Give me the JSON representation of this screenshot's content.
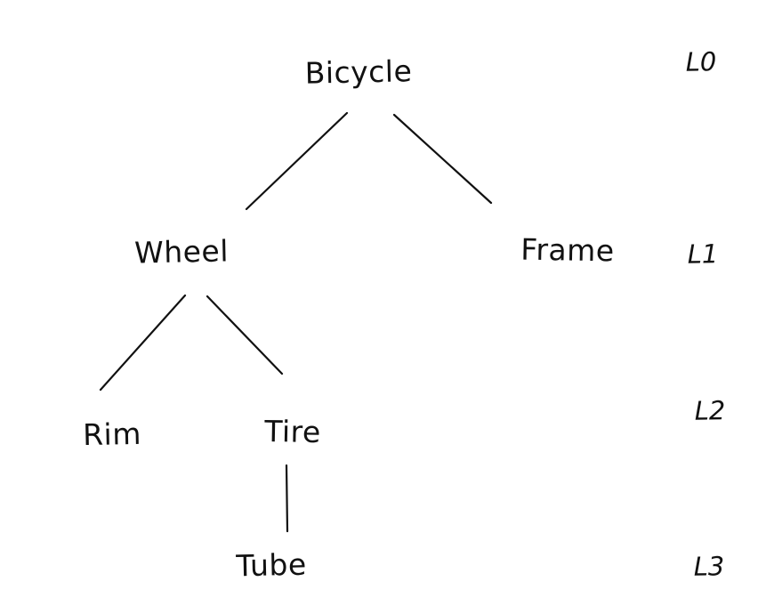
{
  "diagram": {
    "type": "tree",
    "style": "hand-drawn",
    "root": "Bicycle",
    "nodes": {
      "bicycle": {
        "label": "Bicycle",
        "level": "L0",
        "parent": null
      },
      "wheel": {
        "label": "Wheel",
        "level": "L1",
        "parent": "Bicycle"
      },
      "frame": {
        "label": "Frame",
        "level": "L1",
        "parent": "Bicycle"
      },
      "rim": {
        "label": "Rim",
        "level": "L2",
        "parent": "Wheel"
      },
      "tire": {
        "label": "Tire",
        "level": "L2",
        "parent": "Wheel"
      },
      "tube": {
        "label": "Tube",
        "level": "L3",
        "parent": "Tire"
      }
    },
    "edges": [
      {
        "from": "Bicycle",
        "to": "Wheel"
      },
      {
        "from": "Bicycle",
        "to": "Frame"
      },
      {
        "from": "Wheel",
        "to": "Rim"
      },
      {
        "from": "Wheel",
        "to": "Tire"
      },
      {
        "from": "Tire",
        "to": "Tube"
      }
    ],
    "level_labels": {
      "l0": "L0",
      "l1": "L1",
      "l2": "L2",
      "l3": "L3"
    }
  },
  "colors": {
    "ink": "#111111",
    "background": "#ffffff"
  }
}
